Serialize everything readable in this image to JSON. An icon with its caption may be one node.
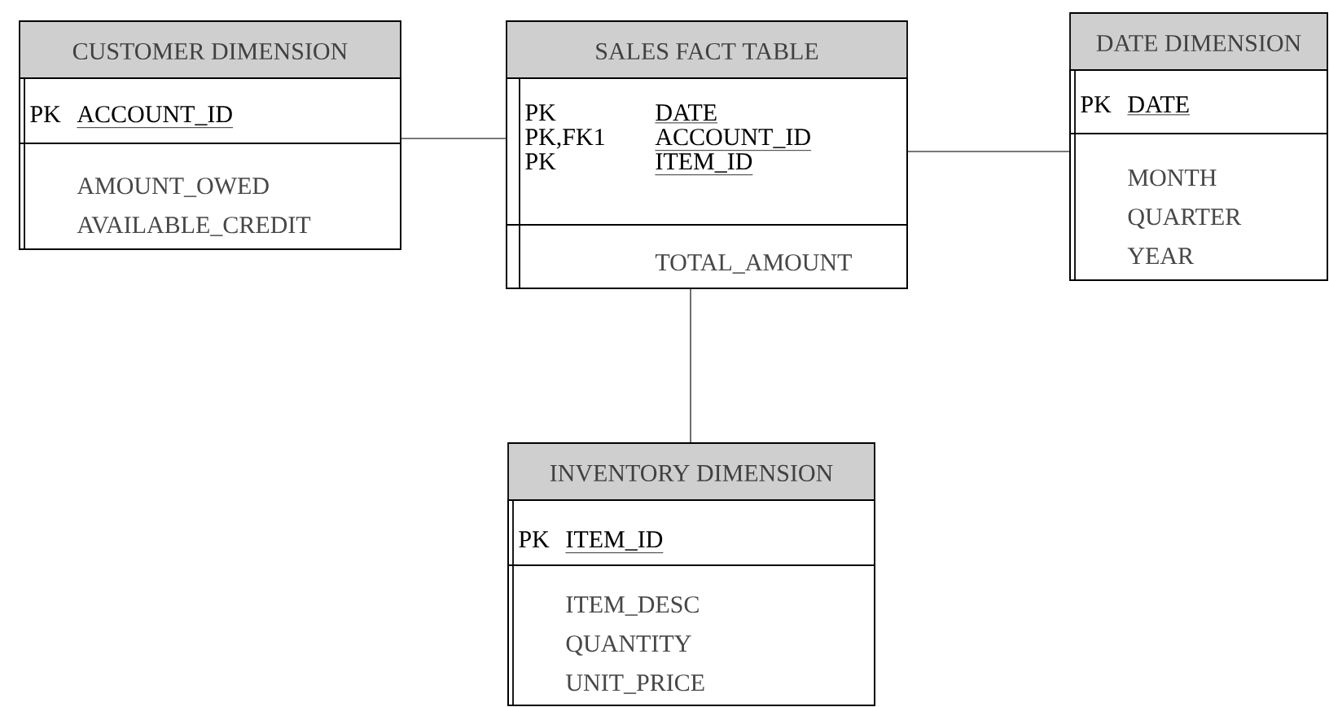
{
  "diagram": {
    "nodes": [
      {
        "text": [
          "CUSTOMER DIMENSION"
        ]
      },
      {
        "text": [
          "PK",
          "ACCOUNT_ID"
        ],
        "in": 0
      },
      {
        "text": [
          "AMOUNT_OWED",
          "AVAILABLE_CREDIT"
        ],
        "in": 0
      },
      {
        "text": [
          "SALES FACT TABLE"
        ]
      },
      {
        "text": [
          "PK",
          "DATE",
          "PK,FK1",
          "ACCOUNT_ID",
          "PK",
          "ITEM_ID"
        ],
        "in": 3
      },
      {
        "text": [
          "TOTAL_AMOUNT"
        ],
        "in": 3
      },
      {
        "text": [
          "DATE DIMENSION"
        ]
      },
      {
        "text": [
          "PK",
          "DATE"
        ],
        "in": 6
      },
      {
        "text": [
          "MONTH",
          "QUARTER",
          "YEAR"
        ],
        "in": 6
      },
      {
        "text": [
          "INVENTORY DIMENSION"
        ]
      },
      {
        "text": [
          "PK",
          "ITEM_ID"
        ],
        "in": 9
      },
      {
        "text": [
          "ITEM_DESC",
          "QUANTITY",
          "UNIT_PRICE"
        ],
        "in": 9
      }
    ],
    "edges": [
      {
        "from": 0,
        "to": 3,
        "arrow": "none"
      },
      {
        "from": 3,
        "to": 6,
        "arrow": "none"
      },
      {
        "from": 3,
        "to": 9,
        "arrow": "none"
      }
    ]
  }
}
